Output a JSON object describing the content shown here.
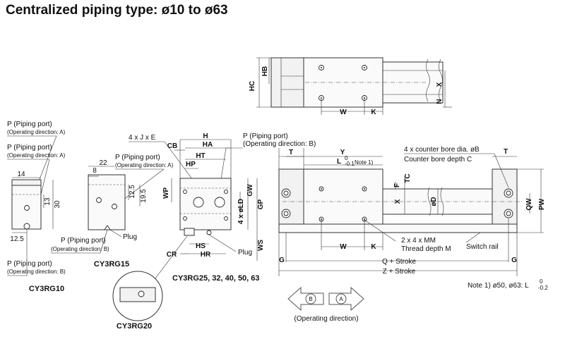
{
  "title": "Centralized piping type: ø10 to ø63",
  "labels": {
    "p_port": "P (Piping port)",
    "op_dir_a": "(Operating direction: A)",
    "op_dir_b": "(Operating direction: B)",
    "p_port_op_b": "(Operating direction: B)",
    "plug": "Plug",
    "model_10": "CY3RG10",
    "model_15": "CY3RG15",
    "model_20": "CY3RG20",
    "model_25": "CY3RG25, 32, 40, 50, 63",
    "op_direction_caption": "(Operating direction)",
    "arrow_b": "B",
    "arrow_a": "A",
    "four_x_j_x_e": "4 x J x E",
    "counter_bore": "4 x counter bore dia. øB",
    "counter_depth": "Counter bore depth C",
    "thread": "2 x 4 x MM",
    "thread_depth": "Thread depth M",
    "switch_rail": "Switch rail",
    "note1": "Note 1) ø50, ø63: L",
    "note1_tol_top": "0",
    "note1_tol_bot": "-0.2",
    "q_stroke": "Q + Stroke",
    "z_stroke": "Z + Stroke",
    "l_note": "L",
    "l_tol_top": "0",
    "l_tol_bot": "-0.1",
    "l_note_ref": "Note 1)"
  },
  "dims": {
    "d14": "14",
    "d13": "13",
    "d30": "30",
    "d12_5": "12.5",
    "d8": "8",
    "d22": "22",
    "d12_5b": "12.5",
    "d19_5": "19.5",
    "H": "H",
    "HA": "HA",
    "HT": "HT",
    "HP": "HP",
    "CB": "CB",
    "WP": "WP",
    "LD": "4 x øLD",
    "GW": "GW",
    "GP": "GP",
    "WS": "WS",
    "CR": "CR",
    "HS": "HS",
    "HR": "HR",
    "HC": "HC",
    "HB": "HB",
    "X": "X",
    "N": "N",
    "W": "W",
    "K": "K",
    "T": "T",
    "Y": "Y",
    "F": "F",
    "TC": "TC",
    "D": "øD",
    "QW": "QW",
    "PW": "PW",
    "G": "G"
  }
}
